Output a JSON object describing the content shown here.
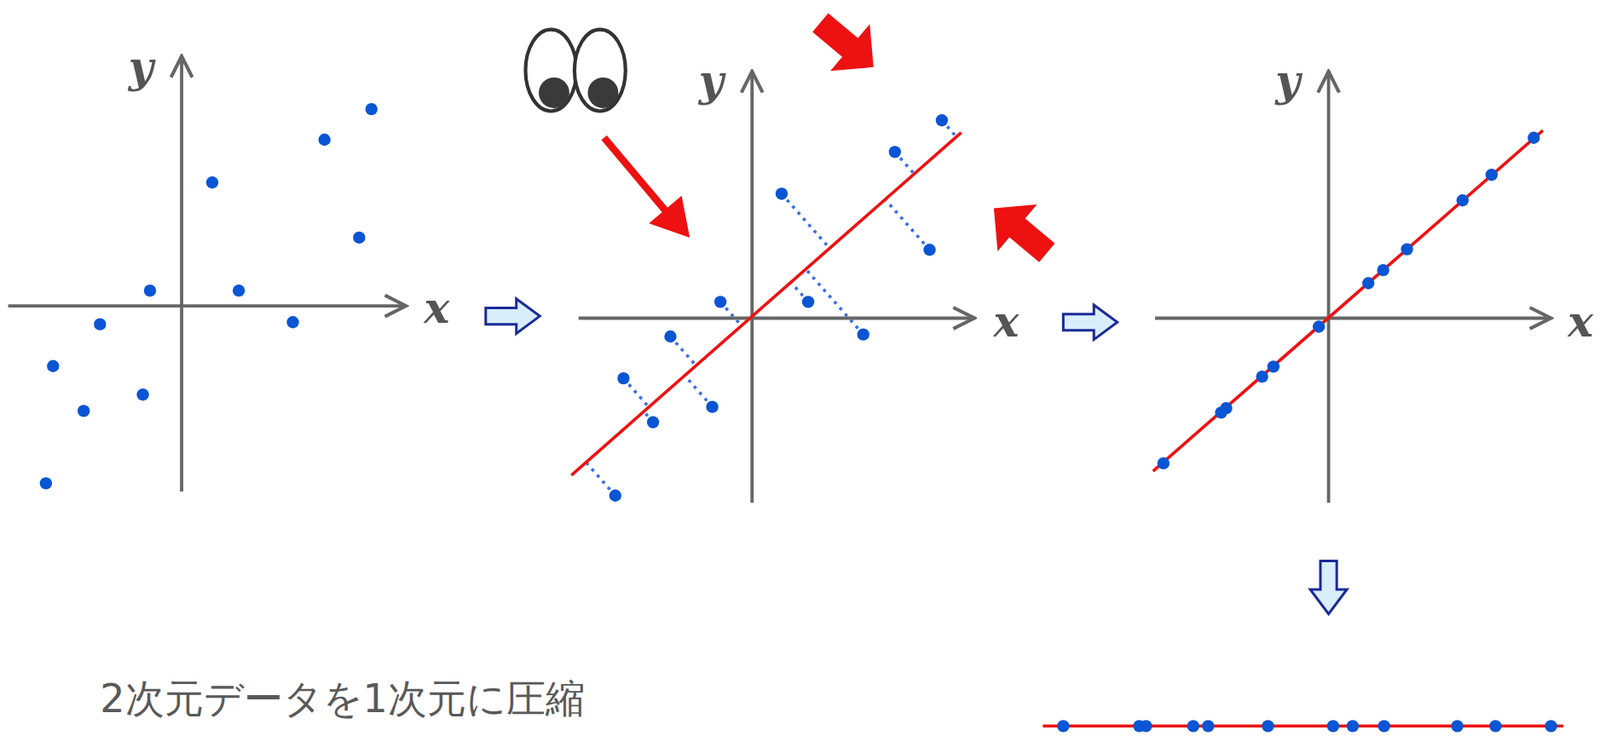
{
  "diagram": {
    "caption": "2次元データを1次元に圧縮",
    "labels": [
      "y",
      "x",
      "y",
      "x",
      "y",
      "x"
    ]
  }
}
